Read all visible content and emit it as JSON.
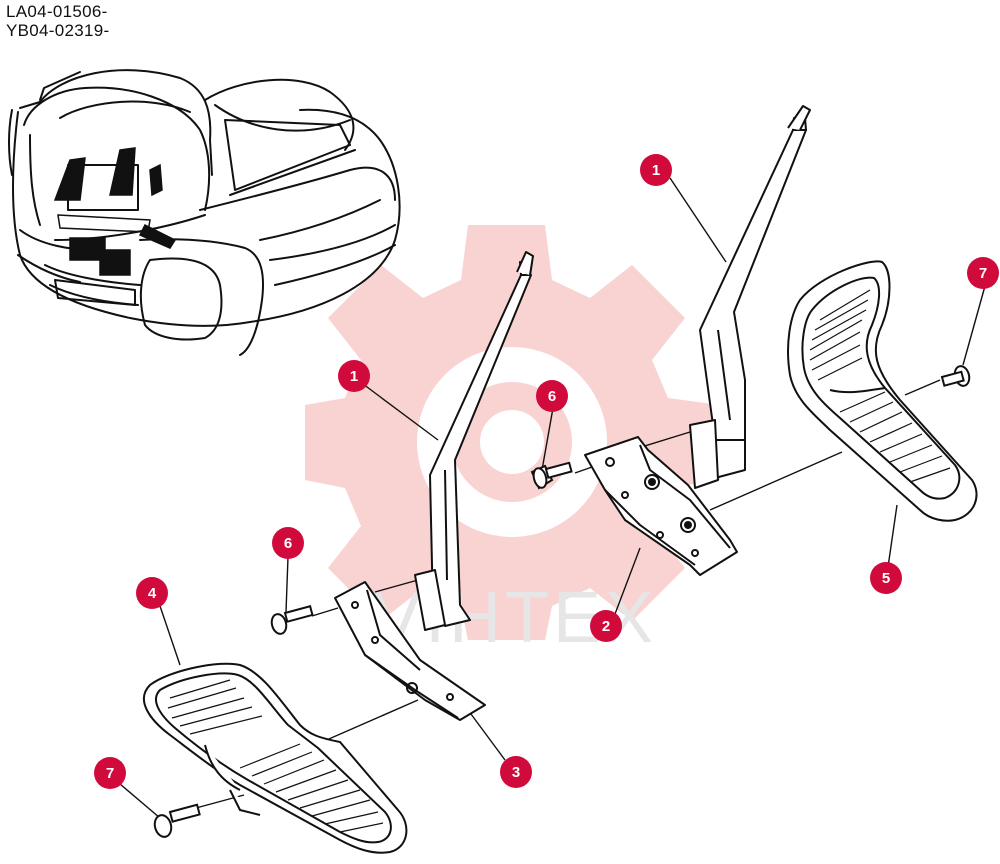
{
  "header": {
    "lines": [
      "LA04-01506-",
      "YB04-02319-"
    ]
  },
  "watermark": {
    "text": "VIHTEX"
  },
  "colors": {
    "callout": "#d10a3c",
    "callout_text": "#ffffff",
    "line": "#111111",
    "watermark": "#f7c9c9"
  },
  "callouts": [
    {
      "label": "1"
    },
    {
      "label": "1"
    },
    {
      "label": "2"
    },
    {
      "label": "3"
    },
    {
      "label": "4"
    },
    {
      "label": "5"
    },
    {
      "label": "6"
    },
    {
      "label": "6"
    },
    {
      "label": "7"
    },
    {
      "label": "7"
    }
  ]
}
